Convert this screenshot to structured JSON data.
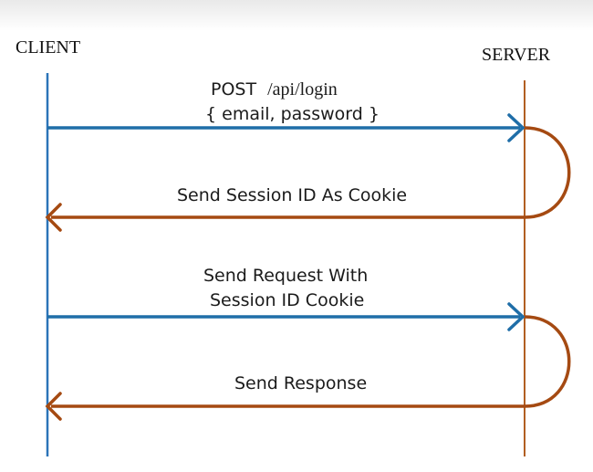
{
  "actors": {
    "client": "CLIENT",
    "server": "SERVER"
  },
  "messages": {
    "login_method": "POST",
    "login_path": "/api/login",
    "login_body": "{ email, password }",
    "session_cookie": "Send Session ID As Cookie",
    "request_line1": "Send Request With",
    "request_line2": "Session ID Cookie",
    "response": "Send Response"
  },
  "colors": {
    "request_arrow": "#1f6ea8",
    "response_arrow": "#a54a12",
    "client_lifeline": "#2b74b8",
    "server_lifeline": "#b25f22"
  }
}
